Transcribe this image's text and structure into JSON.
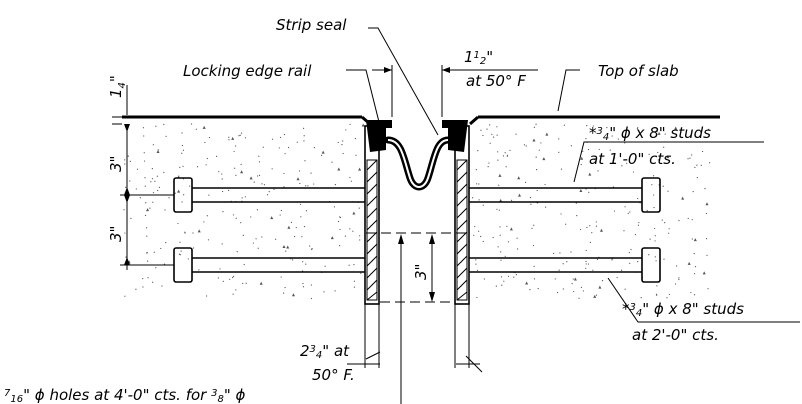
{
  "labels": {
    "strip_seal": "Strip seal",
    "locking_edge_rail": "Locking edge rail",
    "top_of_slab": "Top of slab",
    "gap_value_a": "1",
    "gap_value_b": "1",
    "gap_value_c": "2",
    "gap_value_d": "\"",
    "gap_at_temp": "at 50° F",
    "depth_top": "1",
    "depth_top_b": "4",
    "depth_top_c": "\"",
    "depth_3a": "3\"",
    "depth_3b": "3\"",
    "depth_3c": "3\"",
    "studs_1_a": "*",
    "studs_1_b": "3",
    "studs_1_c": "4",
    "studs_1_d": "\" ϕ x 8\" studs",
    "studs_1_spacing": "at 1'-0\" cts.",
    "studs_2_a": "*",
    "studs_2_b": "3",
    "studs_2_c": "4",
    "studs_2_d": "\" ϕ x 8\" studs",
    "studs_2_spacing": "at 2'-0\" cts.",
    "bottom_gap_a": "2",
    "bottom_gap_b": "3",
    "bottom_gap_c": "4",
    "bottom_gap_d": "\" at",
    "bottom_gap_temp": "50° F.",
    "holes_a": "7",
    "holes_b": "16",
    "holes_c": "\" ϕ holes at 4'-0\" cts. for ",
    "holes_d": "3",
    "holes_e": "8",
    "holes_f": "\" ϕ"
  },
  "colors": {
    "line": "#000000",
    "concrete_dots": "#555555",
    "background": "#ffffff"
  }
}
